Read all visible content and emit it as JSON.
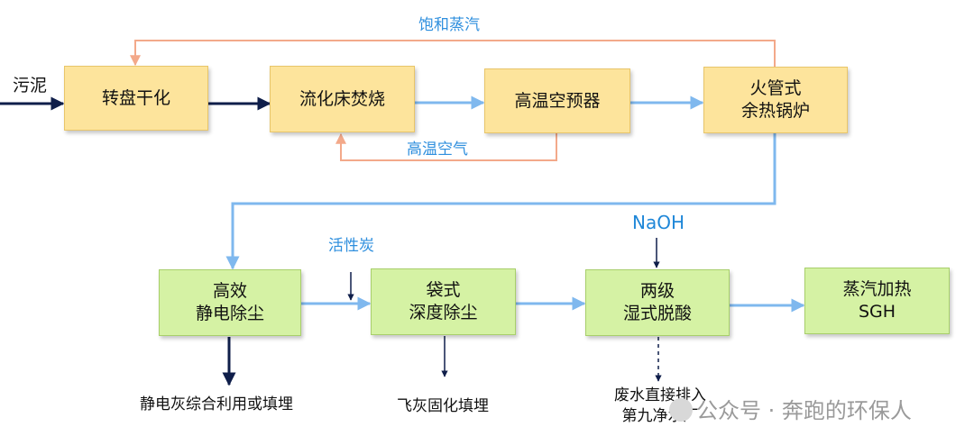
{
  "input_label": "污泥",
  "top_label": "饱和蒸汽",
  "mid_label": "高温空气",
  "carbon_label": "活性炭",
  "naoh_label": "NaOH",
  "boxes": {
    "drying": [
      "转盘干化"
    ],
    "incinerator": [
      "流化床焚烧"
    ],
    "preheater": [
      "高温空预器"
    ],
    "boiler": [
      "火管式",
      "余热锅炉"
    ],
    "esp": [
      "高效",
      "静电除尘"
    ],
    "bag": [
      "袋式",
      "深度除尘"
    ],
    "scrubber": [
      "两级",
      "湿式脱酸"
    ],
    "sgh": [
      "蒸汽加热",
      "SGH"
    ]
  },
  "outputs": {
    "esp": "静电灰综合利用或填埋",
    "bag": "飞灰固化填埋",
    "scrubber": [
      "废水直接排入",
      "第九净水厂"
    ]
  },
  "watermark": "公众号 · 奔跑的环保人",
  "colors": {
    "orange_box": "#fde49c",
    "green_box": "#d5f2a4",
    "flow_blue": "#7fb8ee",
    "steam_salmon": "#f3a98a",
    "dark_navy": "#0f1e4a",
    "label_blue": "#2f8fde"
  }
}
